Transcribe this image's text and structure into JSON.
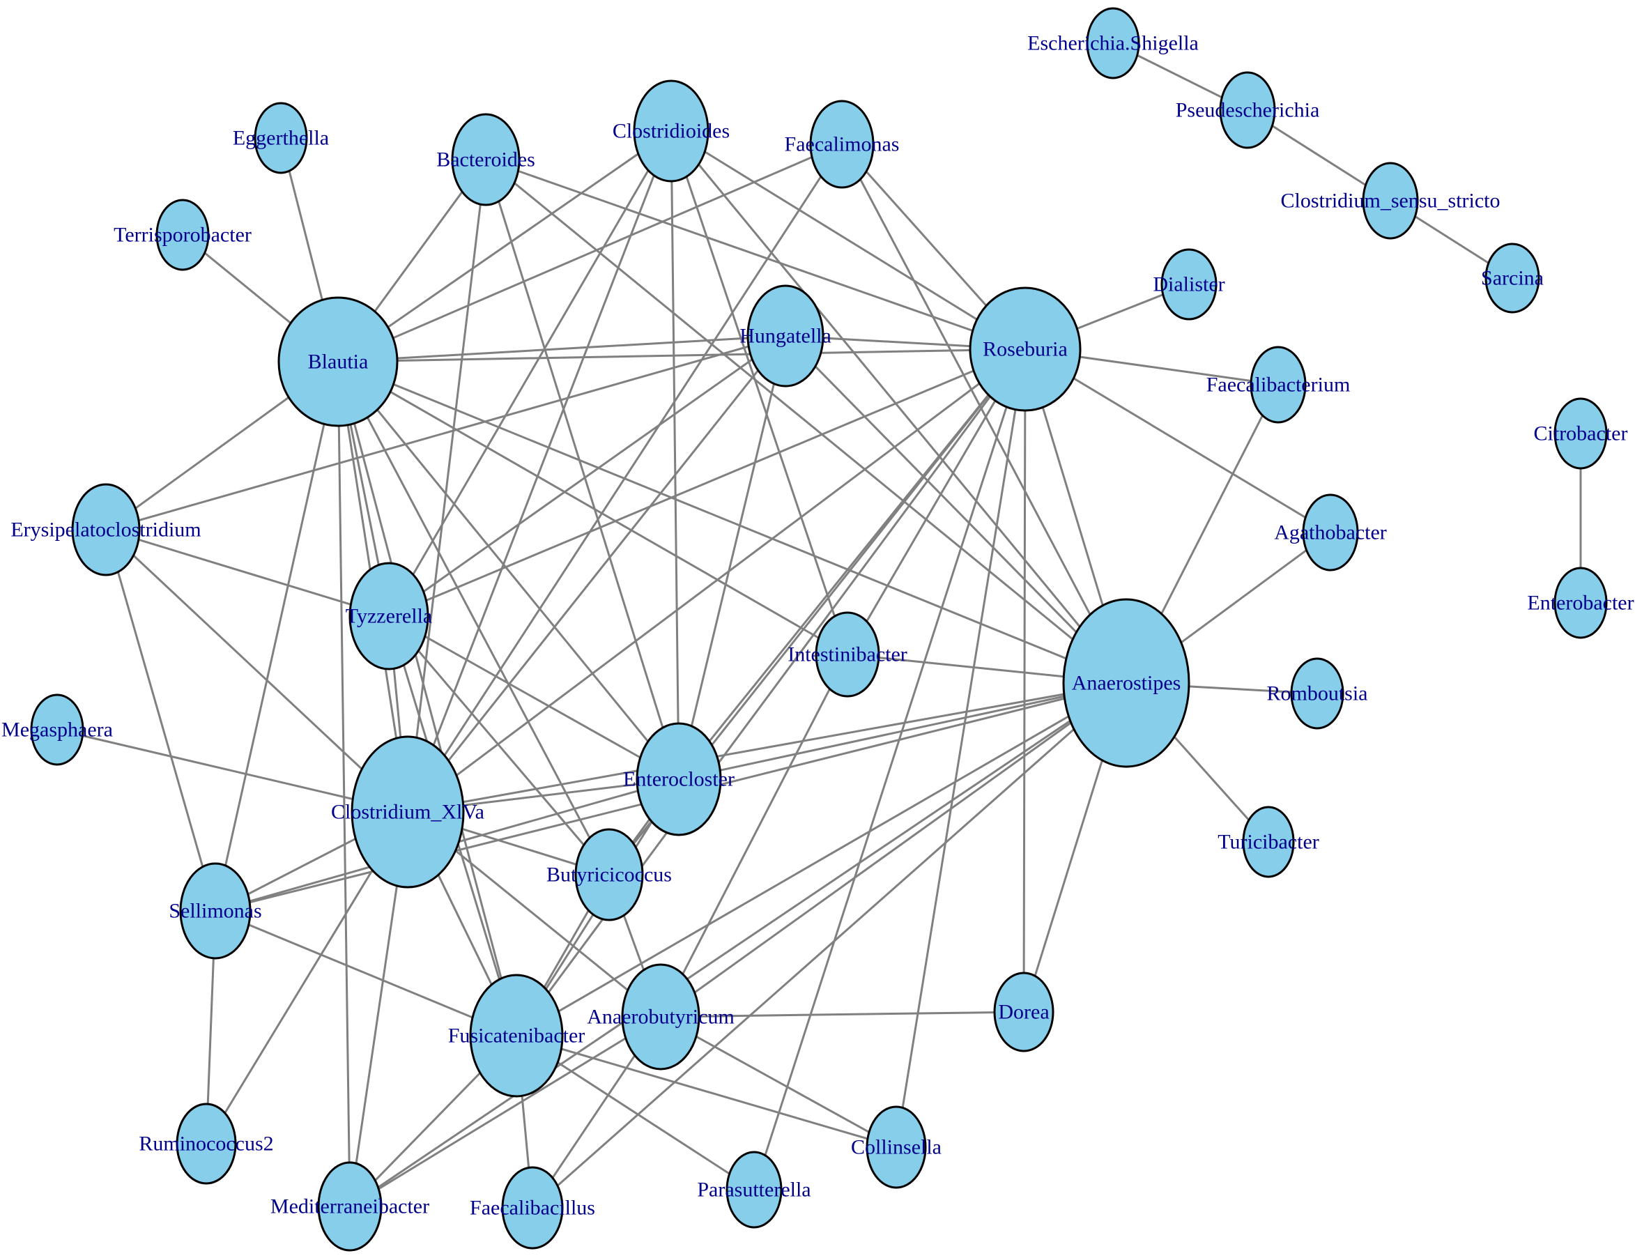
{
  "graph": {
    "node_color": "#87ceeb",
    "node_border": "#000000",
    "edge_color": "#808080",
    "label_color": "#00008b",
    "nodes": [
      {
        "id": "Escherichia.Shigella",
        "label": "Escherichia.Shigella"
      },
      {
        "id": "Pseudescherichia",
        "label": "Pseudescherichia"
      },
      {
        "id": "Clostridium_sensu_stricto",
        "label": "Clostridium_sensu_stricto"
      },
      {
        "id": "Sarcina",
        "label": "Sarcina"
      },
      {
        "id": "Citrobacter",
        "label": "Citrobacter"
      },
      {
        "id": "Enterobacter",
        "label": "Enterobacter"
      },
      {
        "id": "Eggerthella",
        "label": "Eggerthella"
      },
      {
        "id": "Terrisporobacter",
        "label": "Terrisporobacter"
      },
      {
        "id": "Bacteroides",
        "label": "Bacteroides"
      },
      {
        "id": "Clostridioides",
        "label": "Clostridioides"
      },
      {
        "id": "Faecalimonas",
        "label": "Faecalimonas"
      },
      {
        "id": "Blautia",
        "label": "Blautia"
      },
      {
        "id": "Hungatella",
        "label": "Hungatella"
      },
      {
        "id": "Roseburia",
        "label": "Roseburia"
      },
      {
        "id": "Dialister",
        "label": "Dialister"
      },
      {
        "id": "Faecalibacterium",
        "label": "Faecalibacterium"
      },
      {
        "id": "Agathobacter",
        "label": "Agathobacter"
      },
      {
        "id": "Erysipelatoclostridium",
        "label": "Erysipelatoclostridium"
      },
      {
        "id": "Tyzzerella",
        "label": "Tyzzerella"
      },
      {
        "id": "Intestinibacter",
        "label": "Intestinibacter"
      },
      {
        "id": "Anaerostipes",
        "label": "Anaerostipes"
      },
      {
        "id": "Romboutsia",
        "label": "Romboutsia"
      },
      {
        "id": "Megasphaera",
        "label": "Megasphaera"
      },
      {
        "id": "Clostridium_XlVa",
        "label": "Clostridium_XlVa"
      },
      {
        "id": "Enterocloster",
        "label": "Enterocloster"
      },
      {
        "id": "Turicibacter",
        "label": "Turicibacter"
      },
      {
        "id": "Butyricicoccus",
        "label": "Butyricicoccus"
      },
      {
        "id": "Sellimonas",
        "label": "Sellimonas"
      },
      {
        "id": "Dorea",
        "label": "Dorea"
      },
      {
        "id": "Fusicatenibacter",
        "label": "Fusicatenibacter"
      },
      {
        "id": "Anaerobutyricum",
        "label": "Anaerobutyricum"
      },
      {
        "id": "Ruminococcus2",
        "label": "Ruminococcus2"
      },
      {
        "id": "Collinsella",
        "label": "Collinsella"
      },
      {
        "id": "Parasutterella",
        "label": "Parasutterella"
      },
      {
        "id": "Mediterraneibacter",
        "label": "Mediterraneibacter"
      },
      {
        "id": "Faecalibacillus",
        "label": "Faecalibacillus"
      }
    ],
    "edges": [
      [
        "Escherichia.Shigella",
        "Pseudescherichia"
      ],
      [
        "Pseudescherichia",
        "Clostridium_sensu_stricto"
      ],
      [
        "Clostridium_sensu_stricto",
        "Sarcina"
      ],
      [
        "Citrobacter",
        "Enterobacter"
      ],
      [
        "Eggerthella",
        "Blautia"
      ],
      [
        "Terrisporobacter",
        "Blautia"
      ],
      [
        "Bacteroides",
        "Blautia"
      ],
      [
        "Bacteroides",
        "Roseburia"
      ],
      [
        "Bacteroides",
        "Anaerostipes"
      ],
      [
        "Bacteroides",
        "Clostridium_XlVa"
      ],
      [
        "Bacteroides",
        "Enterocloster"
      ],
      [
        "Clostridioides",
        "Blautia"
      ],
      [
        "Clostridioides",
        "Roseburia"
      ],
      [
        "Clostridioides",
        "Tyzzerella"
      ],
      [
        "Clostridioides",
        "Clostridium_XlVa"
      ],
      [
        "Clostridioides",
        "Enterocloster"
      ],
      [
        "Clostridioides",
        "Intestinibacter"
      ],
      [
        "Clostridioides",
        "Anaerostipes"
      ],
      [
        "Faecalimonas",
        "Blautia"
      ],
      [
        "Faecalimonas",
        "Roseburia"
      ],
      [
        "Faecalimonas",
        "Anaerostipes"
      ],
      [
        "Faecalimonas",
        "Clostridium_XlVa"
      ],
      [
        "Blautia",
        "Hungatella"
      ],
      [
        "Blautia",
        "Roseburia"
      ],
      [
        "Blautia",
        "Erysipelatoclostridium"
      ],
      [
        "Blautia",
        "Tyzzerella"
      ],
      [
        "Blautia",
        "Clostridium_XlVa"
      ],
      [
        "Blautia",
        "Enterocloster"
      ],
      [
        "Blautia",
        "Intestinibacter"
      ],
      [
        "Blautia",
        "Anaerostipes"
      ],
      [
        "Blautia",
        "Butyricicoccus"
      ],
      [
        "Blautia",
        "Sellimonas"
      ],
      [
        "Blautia",
        "Fusicatenibacter"
      ],
      [
        "Blautia",
        "Mediterraneibacter"
      ],
      [
        "Hungatella",
        "Roseburia"
      ],
      [
        "Hungatella",
        "Anaerostipes"
      ],
      [
        "Hungatella",
        "Clostridium_XlVa"
      ],
      [
        "Hungatella",
        "Enterocloster"
      ],
      [
        "Hungatella",
        "Tyzzerella"
      ],
      [
        "Hungatella",
        "Erysipelatoclostridium"
      ],
      [
        "Roseburia",
        "Dialister"
      ],
      [
        "Roseburia",
        "Faecalibacterium"
      ],
      [
        "Roseburia",
        "Agathobacter"
      ],
      [
        "Roseburia",
        "Anaerostipes"
      ],
      [
        "Roseburia",
        "Intestinibacter"
      ],
      [
        "Roseburia",
        "Enterocloster"
      ],
      [
        "Roseburia",
        "Clostridium_XlVa"
      ],
      [
        "Roseburia",
        "Tyzzerella"
      ],
      [
        "Roseburia",
        "Butyricicoccus"
      ],
      [
        "Roseburia",
        "Dorea"
      ],
      [
        "Roseburia",
        "Parasutterella"
      ],
      [
        "Roseburia",
        "Fusicatenibacter"
      ],
      [
        "Faecalibacterium",
        "Anaerostipes"
      ],
      [
        "Agathobacter",
        "Anaerostipes"
      ],
      [
        "Anaerostipes",
        "Romboutsia"
      ],
      [
        "Anaerostipes",
        "Turicibacter"
      ],
      [
        "Anaerostipes",
        "Intestinibacter"
      ],
      [
        "Anaerostipes",
        "Enterocloster"
      ],
      [
        "Anaerostipes",
        "Clostridium_XlVa"
      ],
      [
        "Anaerostipes",
        "Sellimonas"
      ],
      [
        "Anaerostipes",
        "Dorea"
      ],
      [
        "Anaerostipes",
        "Fusicatenibacter"
      ],
      [
        "Anaerostipes",
        "Anaerobutyricum"
      ],
      [
        "Anaerostipes",
        "Mediterraneibacter"
      ],
      [
        "Anaerostipes",
        "Faecalibacillus"
      ],
      [
        "Erysipelatoclostridium",
        "Tyzzerella"
      ],
      [
        "Erysipelatoclostridium",
        "Clostridium_XlVa"
      ],
      [
        "Erysipelatoclostridium",
        "Sellimonas"
      ],
      [
        "Megasphaera",
        "Clostridium_XlVa"
      ],
      [
        "Tyzzerella",
        "Enterocloster"
      ],
      [
        "Tyzzerella",
        "Clostridium_XlVa"
      ],
      [
        "Tyzzerella",
        "Fusicatenibacter"
      ],
      [
        "Tyzzerella",
        "Butyricicoccus"
      ],
      [
        "Intestinibacter",
        "Anaerobutyricum"
      ],
      [
        "Clostridium_XlVa",
        "Enterocloster"
      ],
      [
        "Clostridium_XlVa",
        "Butyricicoccus"
      ],
      [
        "Clostridium_XlVa",
        "Sellimonas"
      ],
      [
        "Clostridium_XlVa",
        "Fusicatenibacter"
      ],
      [
        "Clostridium_XlVa",
        "Anaerobutyricum"
      ],
      [
        "Clostridium_XlVa",
        "Ruminococcus2"
      ],
      [
        "Clostridium_XlVa",
        "Mediterraneibacter"
      ],
      [
        "Enterocloster",
        "Butyricicoccus"
      ],
      [
        "Enterocloster",
        "Sellimonas"
      ],
      [
        "Enterocloster",
        "Fusicatenibacter"
      ],
      [
        "Butyricicoccus",
        "Fusicatenibacter"
      ],
      [
        "Butyricicoccus",
        "Anaerobutyricum"
      ],
      [
        "Sellimonas",
        "Fusicatenibacter"
      ],
      [
        "Sellimonas",
        "Ruminococcus2"
      ],
      [
        "Fusicatenibacter",
        "Collinsella"
      ],
      [
        "Fusicatenibacter",
        "Parasutterella"
      ],
      [
        "Fusicatenibacter",
        "Faecalibacillus"
      ],
      [
        "Fusicatenibacter",
        "Mediterraneibacter"
      ],
      [
        "Anaerobutyricum",
        "Dorea"
      ],
      [
        "Anaerobutyricum",
        "Collinsella"
      ],
      [
        "Anaerobutyricum",
        "Mediterraneibacter"
      ],
      [
        "Anaerobutyricum",
        "Faecalibacillus"
      ],
      [
        "Collinsella",
        "Roseburia"
      ]
    ]
  }
}
